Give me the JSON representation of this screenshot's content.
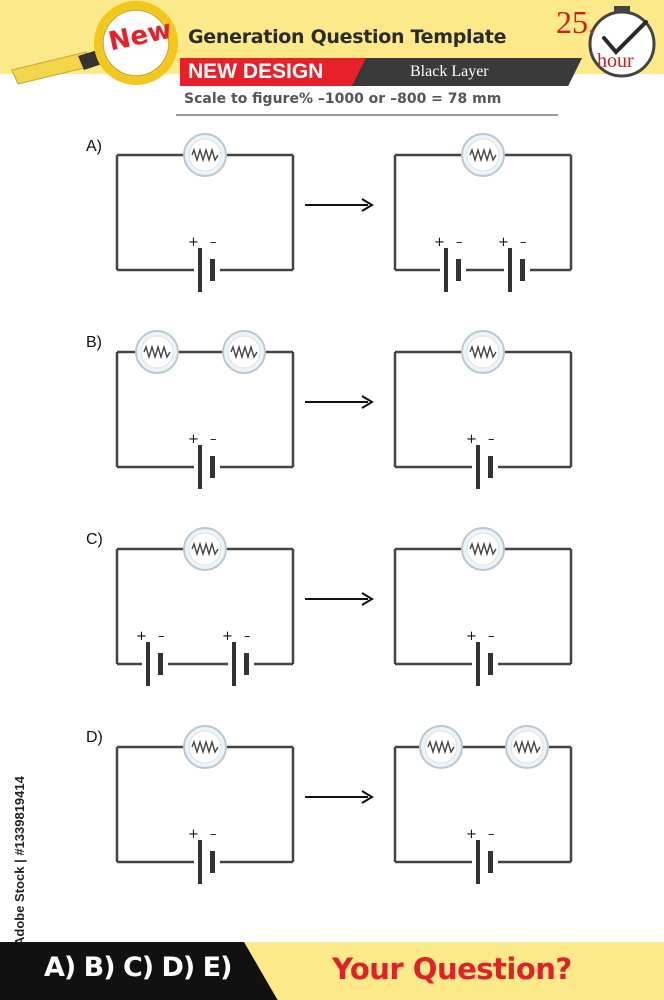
{
  "header": {
    "badge": "New",
    "title": "Generation Question Template",
    "red_label": "NEW DESIGN",
    "dark_label": "Black Layer",
    "scale_note": "Scale to figure% –1000 or –800 = 78 mm",
    "timer_number": "25.",
    "timer_unit": "hour"
  },
  "options": [
    {
      "label": "A)"
    },
    {
      "label": "B)"
    },
    {
      "label": "C)"
    },
    {
      "label": "D)"
    }
  ],
  "battery_sign": {
    "plus": "+",
    "minus": "–"
  },
  "stock_id": "Adobe Stock | #1339819414",
  "footer": {
    "answers": "A) B) C) D) E)",
    "question": "Your Question?"
  },
  "colors": {
    "accent_red": "#e8202a",
    "banner_yellow": "#fbe98a",
    "dark": "#3a3a3a"
  }
}
